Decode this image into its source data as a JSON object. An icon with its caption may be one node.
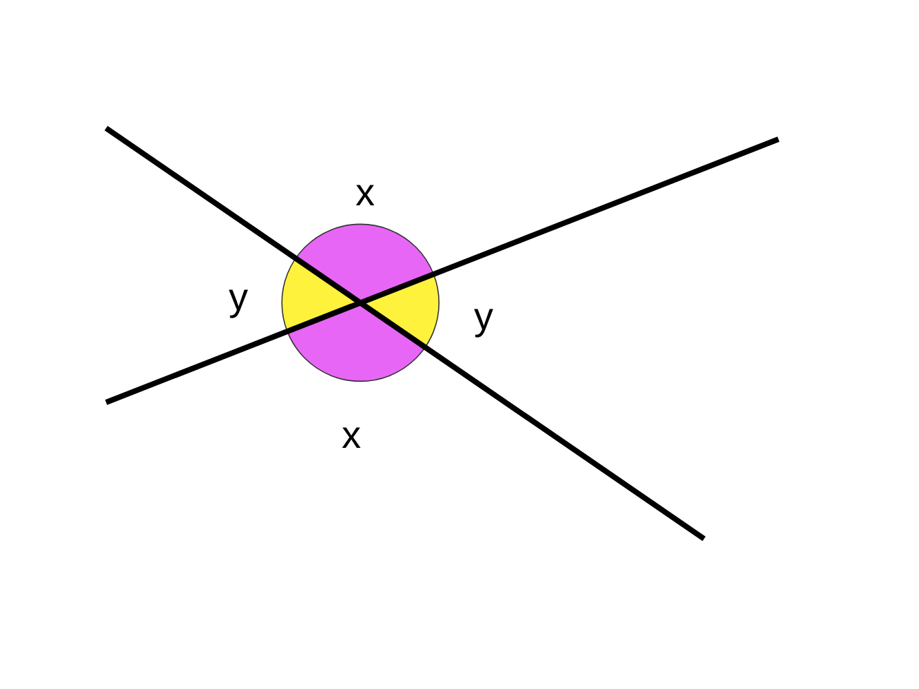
{
  "diagram": {
    "labels": [
      "x",
      "y",
      "y",
      "x"
    ]
  }
}
